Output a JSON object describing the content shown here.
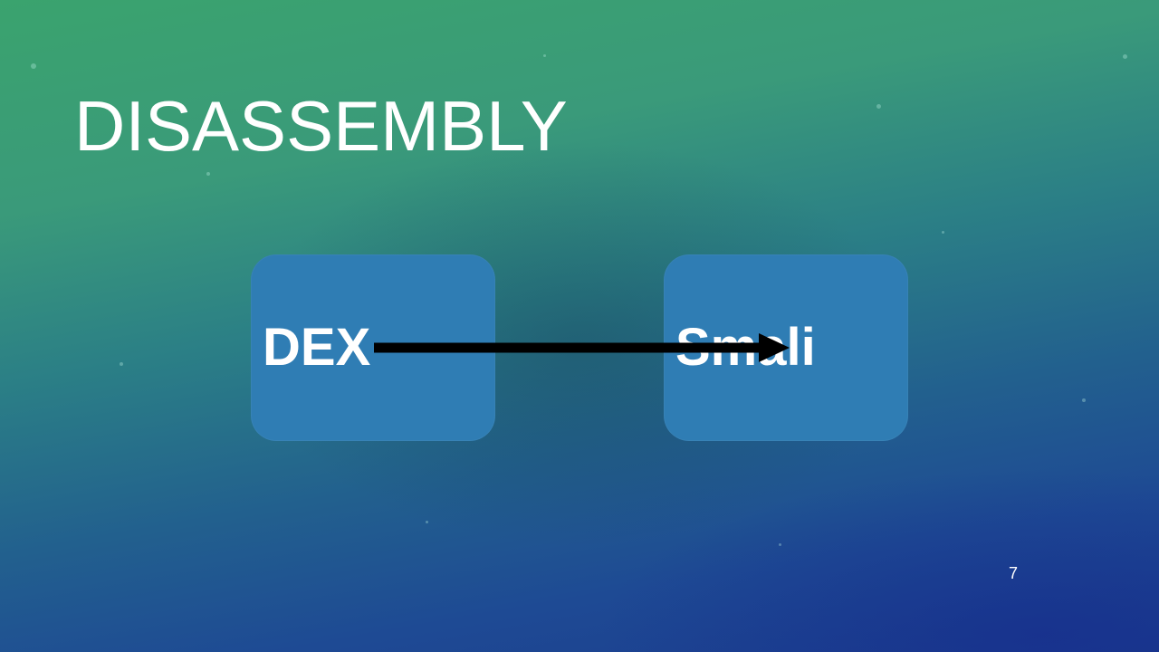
{
  "slide": {
    "title": "DISASSEMBLY",
    "page_number": "7"
  },
  "diagram": {
    "nodes": [
      {
        "id": "dex",
        "label": "DEX"
      },
      {
        "id": "smali",
        "label": "Smali"
      }
    ],
    "edges": [
      {
        "from": "dex",
        "to": "smali",
        "type": "arrow"
      }
    ],
    "colors": {
      "node_fill": "#2f7db4",
      "node_text": "#ffffff",
      "arrow": "#000000",
      "title_text": "#ffffff"
    }
  }
}
